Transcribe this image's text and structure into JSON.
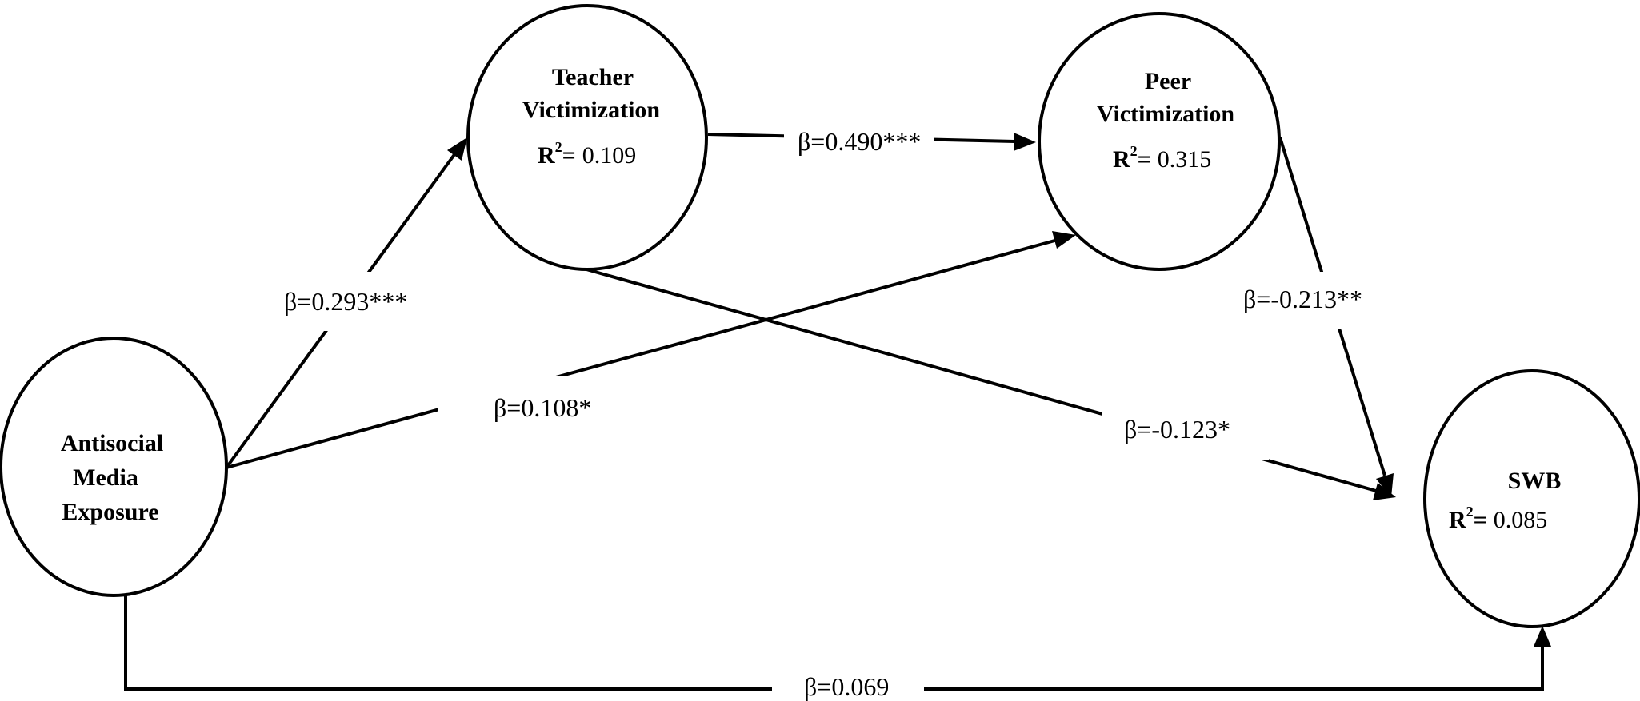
{
  "nodes": {
    "antisocial": {
      "lines": [
        "Antisocial",
        "Media",
        "Exposure"
      ]
    },
    "teacher": {
      "lines": [
        "Teacher",
        "Victimization"
      ],
      "r2_label": "R",
      "r2_sup": "2",
      "r2_eq": "=",
      "r2_value": "0.109"
    },
    "peer": {
      "lines": [
        "Peer",
        "Victimization"
      ],
      "r2_label": "R",
      "r2_sup": "2",
      "r2_eq": "=",
      "r2_value": "0.315"
    },
    "swb": {
      "lines": [
        "SWB"
      ],
      "r2_label": "R",
      "r2_sup": "2",
      "r2_eq": "=",
      "r2_value": "0.085"
    }
  },
  "paths": {
    "antisocial_to_teacher": "β=0.293***",
    "teacher_to_peer": "β=0.490***",
    "antisocial_to_peer": "β=0.108*",
    "peer_to_swb": "β=-0.213**",
    "teacher_to_swb": "β=-0.123*",
    "antisocial_to_swb": "β=0.069"
  }
}
